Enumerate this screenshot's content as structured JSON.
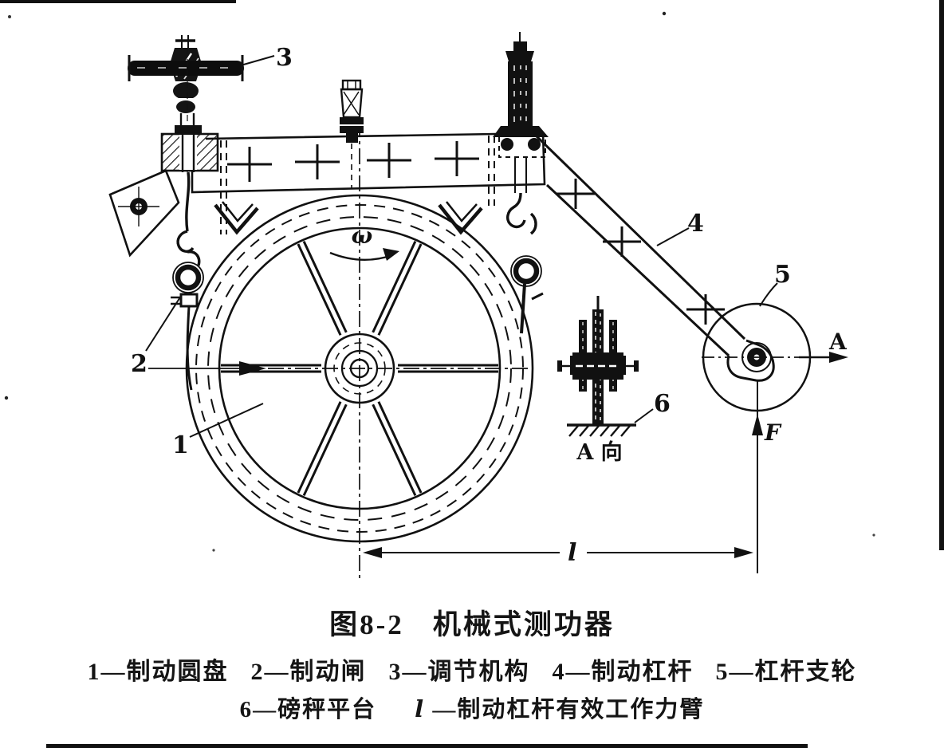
{
  "figure": {
    "caption_prefix": "图8-2",
    "caption_title": "机械式测功器",
    "legend_row1": [
      "1—制动圆盘",
      "2—制动闸",
      "3—调节机构",
      "4—制动杠杆",
      "5—杠杆支轮"
    ],
    "legend_row2": [
      "6—磅秤平台",
      "l —制动杠杆有效工作力臂"
    ]
  },
  "diagram": {
    "labels": {
      "n1": "1",
      "n2": "2",
      "n3": "3",
      "n4": "4",
      "n5": "5",
      "n6": "6",
      "omega": "ω",
      "view_direction": "A",
      "force": "F",
      "arm_length": "l",
      "view_caption": "A 向"
    }
  }
}
